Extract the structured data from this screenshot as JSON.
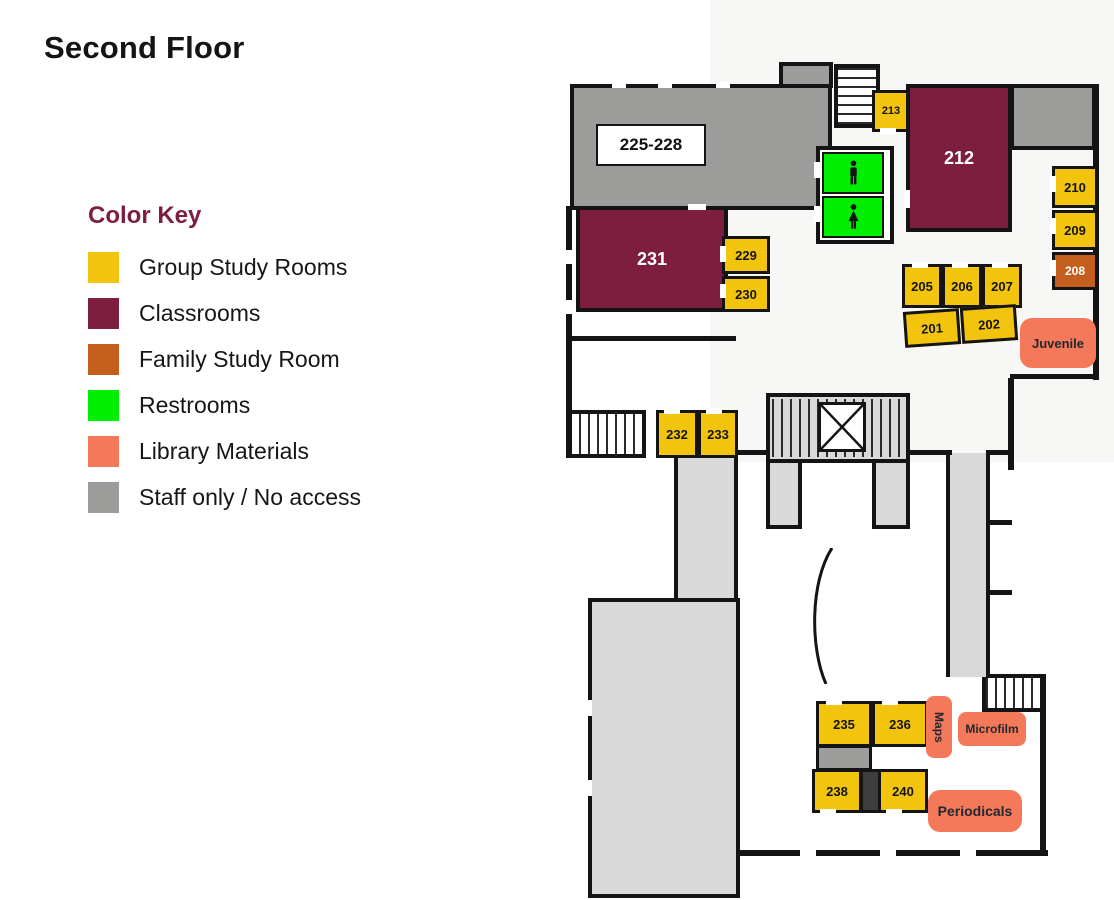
{
  "page": {
    "title": "Second Floor"
  },
  "legend": {
    "title": "Color Key",
    "items": [
      {
        "name": "group-study-rooms",
        "label": "Group Study Rooms",
        "color": "#F2C40E"
      },
      {
        "name": "classrooms",
        "label": "Classrooms",
        "color": "#7D1E3E"
      },
      {
        "name": "family-study-room",
        "label": "Family Study Room",
        "color": "#C45E1D"
      },
      {
        "name": "restrooms",
        "label": "Restrooms",
        "color": "#00EE00"
      },
      {
        "name": "library-materials",
        "label": "Library Materials",
        "color": "#F4795B"
      },
      {
        "name": "staff-only",
        "label": "Staff only / No access",
        "color": "#9C9C9B"
      }
    ]
  },
  "colors": {
    "group-study": "#F2C40E",
    "classroom": "#7D1E3E",
    "family-study": "#C45E1D",
    "restroom": "#00EE00",
    "materials": "#F4795B",
    "staff": "#9C9C9B",
    "open-area": "#D9D9D9",
    "wall": "#141414",
    "key-title": "#7D1E3F"
  },
  "floorplan": {
    "rooms": {
      "block_225_228": "225-228",
      "r201": "201",
      "r202": "202",
      "r205": "205",
      "r206": "206",
      "r207": "207",
      "r208": "208",
      "r209": "209",
      "r210": "210",
      "r212": "212",
      "r213": "213",
      "r229": "229",
      "r230": "230",
      "r231": "231",
      "r232": "232",
      "r233": "233",
      "r235": "235",
      "r236": "236",
      "r238": "238",
      "r240": "240"
    },
    "labels": {
      "juvenile": "Juvenile",
      "maps": "Maps",
      "microfilm": "Microfilm",
      "periodicals": "Periodicals"
    }
  }
}
